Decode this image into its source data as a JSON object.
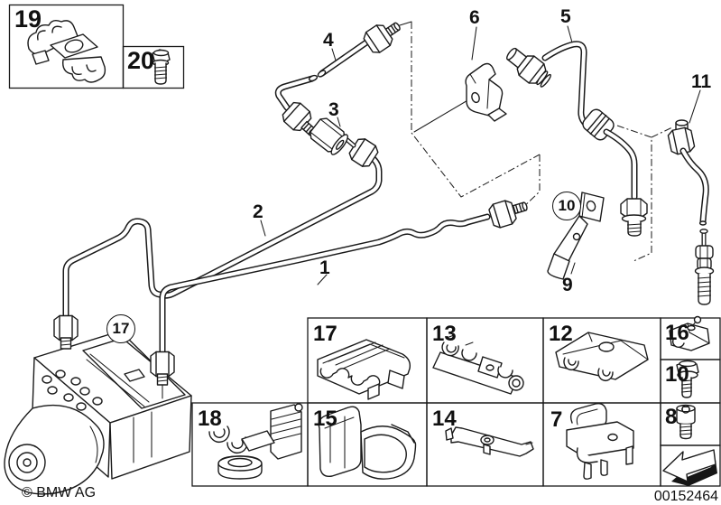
{
  "footer": {
    "copyright": "© BMW AG",
    "image_number": "00152464"
  },
  "inset": {
    "clip_label": "19",
    "screw_label": "20"
  },
  "callouts": {
    "pipe1": "1",
    "pipe2": "2",
    "union3": "3",
    "pipe4": "4",
    "hose5": "5",
    "bracket6": "6",
    "bracket9": "9",
    "bolt10_circled": "10",
    "hose11": "11",
    "holder17_circled": "17"
  },
  "parts_grid": {
    "cells": [
      {
        "id": "holder-17",
        "num": "17"
      },
      {
        "id": "clip-13",
        "num": "13"
      },
      {
        "id": "clamp-12",
        "num": "12"
      },
      {
        "id": "clip-16",
        "num": "16"
      },
      {
        "id": "hex-bolt-10",
        "num": "10"
      },
      {
        "id": "clip-18",
        "num": "18"
      },
      {
        "id": "holder-15",
        "num": "15"
      },
      {
        "id": "bracket-14",
        "num": "14"
      },
      {
        "id": "bracket-7",
        "num": "7"
      },
      {
        "id": "socket-screw-8",
        "num": "8"
      }
    ]
  },
  "icons": {
    "direction_arrow": "arrow-down-left"
  }
}
